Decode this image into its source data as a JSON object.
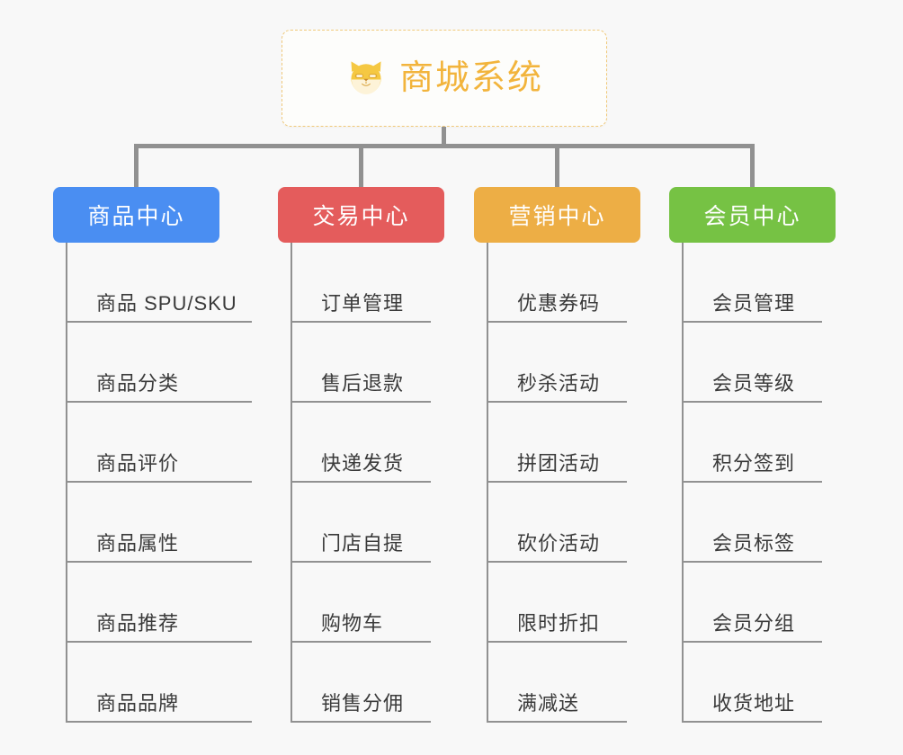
{
  "diagram": {
    "title": "商城系统",
    "root": {
      "label": "商城系统",
      "icon": "shiba-dog-icon",
      "text_color": "#f2b43c",
      "border_color": "#f0c97a",
      "background": "#fdfdfb"
    },
    "connector_color": "#919191",
    "page_background": "#f8f8f8",
    "columns": [
      {
        "label": "商品中心",
        "color": "#4a8ef2",
        "items": [
          "商品 SPU/SKU",
          "商品分类",
          "商品评价",
          "商品属性",
          "商品推荐",
          "商品品牌"
        ]
      },
      {
        "label": "交易中心",
        "color": "#e45c5c",
        "items": [
          "订单管理",
          "售后退款",
          "快递发货",
          "门店自提",
          "购物车",
          "销售分佣"
        ]
      },
      {
        "label": "营销中心",
        "color": "#edae45",
        "items": [
          "优惠券码",
          "秒杀活动",
          "拼团活动",
          "砍价活动",
          "限时折扣",
          "满减送"
        ]
      },
      {
        "label": "会员中心",
        "color": "#76c244",
        "items": [
          "会员管理",
          "会员等级",
          "积分签到",
          "会员标签",
          "会员分组",
          "收货地址"
        ]
      }
    ]
  }
}
